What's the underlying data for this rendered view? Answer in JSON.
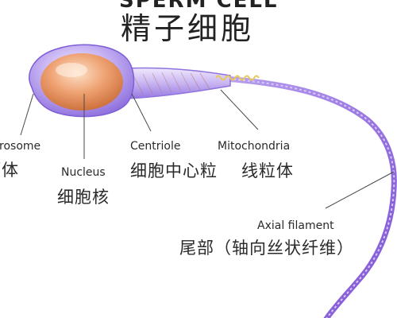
{
  "title": {
    "english": "SPERM CELL",
    "chinese": "精子细胞"
  },
  "labels": {
    "acrosome": {
      "english": "Acrosome",
      "chinese": "顶体"
    },
    "nucleus": {
      "english": "Nucleus",
      "chinese": "细胞核"
    },
    "centriole": {
      "english": "Centriole",
      "chinese": "细胞中心粒"
    },
    "mitochondria": {
      "english": "Mitochondria",
      "chinese": "线粒体"
    },
    "axial_filament": {
      "english": "Axial filament",
      "chinese": "尾部（轴向丝状纤维）"
    }
  },
  "colors": {
    "head_outer": "#9b7fe6",
    "nucleus": "#e08a52",
    "tail": "#8a63d9",
    "mitochondria_coil": "#e8c95a",
    "leader_line": "#4a4a4a"
  }
}
